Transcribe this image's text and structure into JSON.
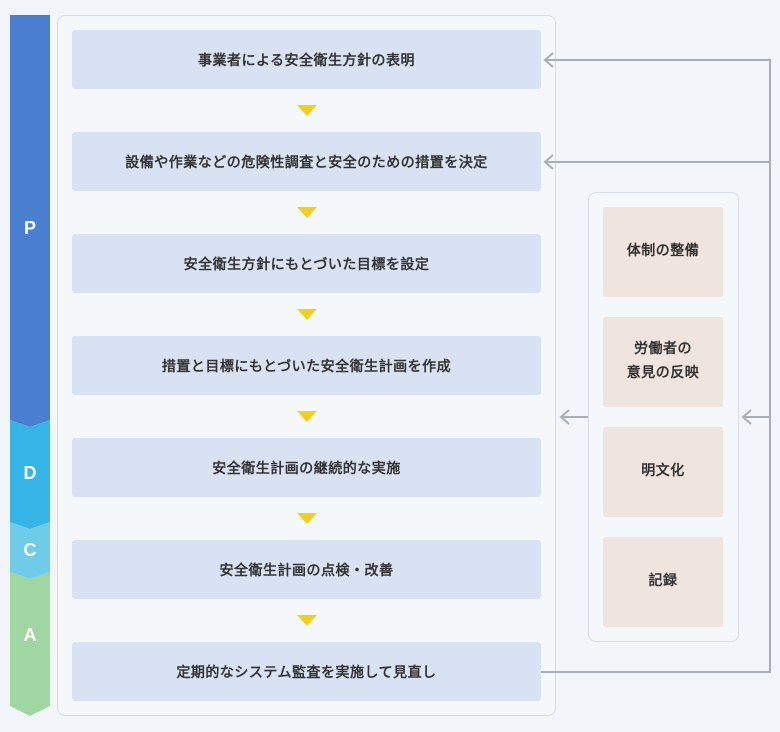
{
  "phases": [
    {
      "id": "plan",
      "letter": "P",
      "color": "#4a7fd0"
    },
    {
      "id": "do",
      "letter": "D",
      "color": "#34b5e6"
    },
    {
      "id": "check",
      "letter": "C",
      "color": "#6fcce9"
    },
    {
      "id": "act",
      "letter": "A",
      "color": "#9fd6a2"
    }
  ],
  "steps": [
    "事業者による安全衛生方針の表明",
    "設備や作業などの危険性調査と安全のための措置を決定",
    "安全衛生方針にもとづいた目標を設定",
    "措置と目標にもとづいた安全衛生計画を作成",
    "安全衛生計画の継続的な実施",
    "安全衛生計画の点検・改善",
    "定期的なシステム監査を実施して見直し"
  ],
  "foundations": [
    "体制の整備",
    "労働者の\n意見の反映",
    "明文化",
    "記録"
  ],
  "colors": {
    "step_fill": "#d8e2f2",
    "foundation_fill": "#f0e4de",
    "flow_arrow": "#f3cf16",
    "connector": "#a9afb8"
  }
}
